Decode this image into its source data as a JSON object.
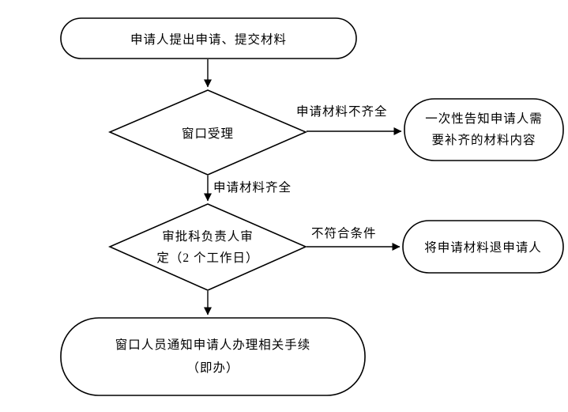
{
  "diagram": {
    "background": "#ffffff",
    "stroke_color": "#000000",
    "text_color": "#000000",
    "nodes": {
      "start": {
        "shape": "terminator",
        "text": "申请人提出申请、提交材料"
      },
      "window_acceptance": {
        "shape": "decision",
        "text": "窗口受理"
      },
      "notify_incomplete": {
        "shape": "terminator",
        "line1": "一次性告知申请人需",
        "line2": "要补齐的材料内容"
      },
      "leader_review": {
        "shape": "decision",
        "line1": "审批科负责人审",
        "line2": "定（2 个工作日）"
      },
      "return_materials": {
        "shape": "terminator",
        "text": "将申请材料退申请人"
      },
      "finish": {
        "shape": "terminator",
        "line1": "窗口人员通知申请人办理相关手续",
        "line2": "（即办）"
      }
    },
    "edge_labels": {
      "materials_incomplete": "申请材料不齐全",
      "materials_complete": "申请材料齐全",
      "not_meet_conditions": "不符合条件"
    }
  }
}
